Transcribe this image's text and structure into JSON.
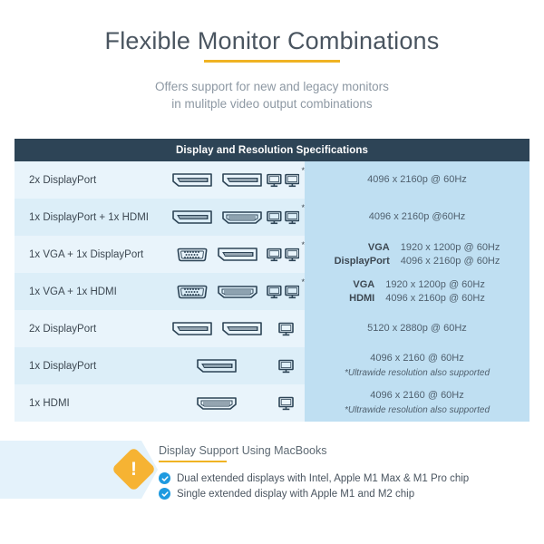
{
  "header": {
    "title": "Flexible Monitor Combinations",
    "subtitle_line1": "Offers support for new and legacy monitors",
    "subtitle_line2": "in mulitple video output combinations",
    "accent_color": "#f0b323"
  },
  "table": {
    "header": "Display and Resolution Specifications",
    "header_bg": "#2d4456",
    "resolution_column_bg": "#bfdff2",
    "row_bg_odd": "#e9f4fb",
    "row_bg_even": "#dceef8",
    "rows": [
      {
        "label": "2x DisplayPort",
        "connectors": [
          "displayport",
          "displayport"
        ],
        "monitors": 2,
        "asterisk": true,
        "resolution": "4096 x 2160p @ 60Hz",
        "note": "",
        "pairs": []
      },
      {
        "label": "1x DisplayPort + 1x HDMI",
        "connectors": [
          "displayport",
          "hdmi"
        ],
        "monitors": 2,
        "asterisk": true,
        "resolution": "4096 x 2160p @60Hz",
        "note": "",
        "pairs": []
      },
      {
        "label": "1x VGA + 1x DisplayPort",
        "connectors": [
          "vga",
          "displayport"
        ],
        "monitors": 2,
        "asterisk": true,
        "resolution": "",
        "note": "",
        "pairs": [
          {
            "key": "VGA",
            "value": "1920 x 1200p @ 60Hz"
          },
          {
            "key": "DisplayPort",
            "value": "4096 x 2160p @ 60Hz"
          }
        ]
      },
      {
        "label": "1x VGA + 1x HDMI",
        "connectors": [
          "vga",
          "hdmi"
        ],
        "monitors": 2,
        "asterisk": true,
        "resolution": "",
        "note": "",
        "pairs": [
          {
            "key": "VGA",
            "value": "1920 x 1200p @ 60Hz"
          },
          {
            "key": "HDMI",
            "value": "4096 x 2160p @ 60Hz"
          }
        ]
      },
      {
        "label": "2x DisplayPort",
        "connectors": [
          "displayport",
          "displayport"
        ],
        "monitors": 1,
        "asterisk": false,
        "resolution": "5120 x 2880p @ 60Hz",
        "note": "",
        "pairs": []
      },
      {
        "label": "1x DisplayPort",
        "connectors": [
          "displayport"
        ],
        "monitors": 1,
        "asterisk": false,
        "resolution": "4096 x 2160 @ 60Hz",
        "note": "*Ultrawide resolution also supported",
        "pairs": []
      },
      {
        "label": "1x HDMI",
        "connectors": [
          "hdmi"
        ],
        "monitors": 1,
        "asterisk": false,
        "resolution": "4096 x 2160 @ 60Hz",
        "note": "*Ultrawide resolution also supported",
        "pairs": []
      }
    ]
  },
  "callout": {
    "icon": "exclamation-diamond-icon",
    "icon_color": "#f6b333",
    "band_color": "#e4f2fb",
    "mark": "!",
    "title": "Display Support Using MacBooks",
    "check_color": "#1e9ae0",
    "bullets": [
      "Dual extended displays with Intel, Apple M1 Max & M1 Pro chip",
      "Single extended display with Apple M1 and M2 chip"
    ]
  }
}
